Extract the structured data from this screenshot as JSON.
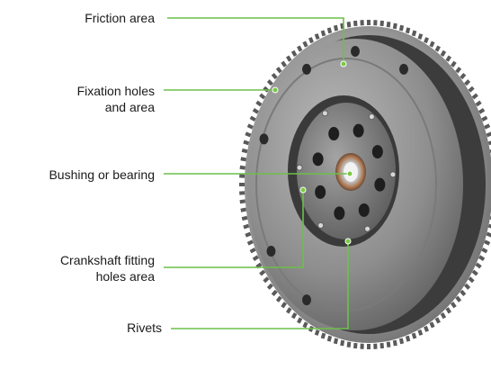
{
  "labels": {
    "friction_area": "Friction area",
    "fixation_holes": "Fixation holes\nand area",
    "bushing": "Bushing or bearing",
    "crankshaft": "Crankshaft fitting\nholes area",
    "rivets": "Rivets"
  },
  "colors": {
    "leader": "#6cc04a",
    "dot": "#7ac943"
  },
  "illustration": {
    "subject": "dual-mass flywheel",
    "icon": "flywheel-illustration"
  }
}
